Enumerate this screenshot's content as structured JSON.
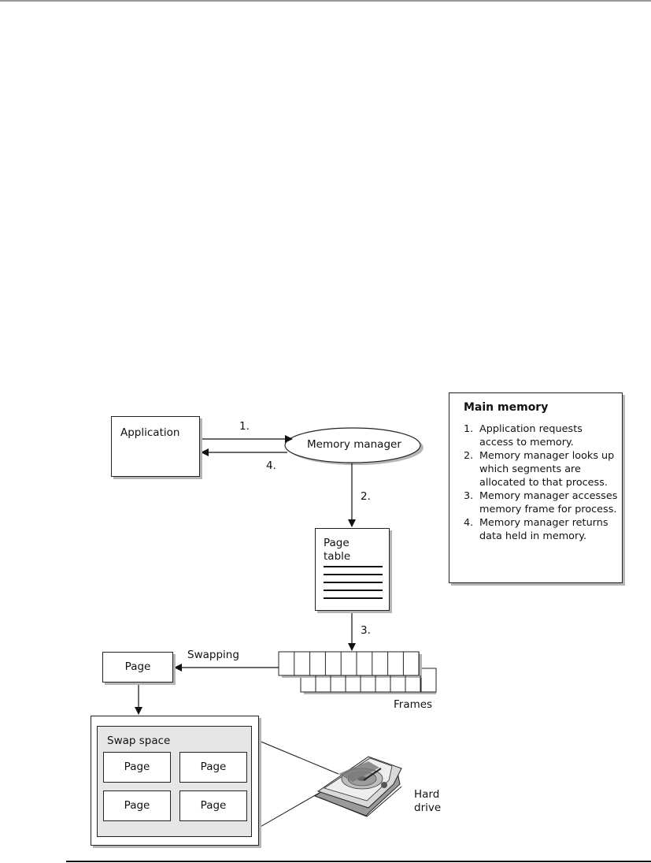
{
  "diagram": {
    "application_label": "Application",
    "memory_manager_label": "Memory manager",
    "page_table_label": "Page table",
    "page_label": "Page",
    "swapping_label": "Swapping",
    "frames_label": "Frames",
    "swap_space_label": "Swap space",
    "swap_pages": [
      "Page",
      "Page",
      "Page",
      "Page"
    ],
    "hard_drive_label": [
      "Hard",
      "drive"
    ],
    "step_labels": {
      "s1": "1.",
      "s2": "2.",
      "s3": "3.",
      "s4": "4."
    }
  },
  "legend": {
    "title": "Main memory",
    "items": [
      {
        "num": "1.",
        "text": "Application requests access to memory."
      },
      {
        "num": "2.",
        "text": "Memory manager looks up which segments are allocated to that process."
      },
      {
        "num": "3.",
        "text": "Memory manager accesses memory frame for process."
      },
      {
        "num": "4.",
        "text": "Memory manager returns data held in memory."
      }
    ]
  }
}
